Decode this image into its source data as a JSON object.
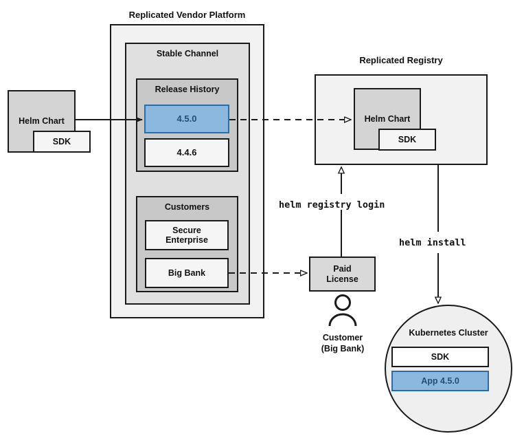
{
  "diagram": {
    "title_labels": {
      "vendor_platform": "Replicated Vendor Platform",
      "replicated_registry": "Replicated Registry",
      "customer_line1": "Customer",
      "customer_line2": "(Big Bank)"
    },
    "source_chart": {
      "label": "Helm Chart",
      "sdk_label": "SDK"
    },
    "vendor_platform": {
      "stable_channel": {
        "label": "Stable Channel",
        "release_history": {
          "label": "Release History",
          "releases": [
            {
              "version": "4.5.0",
              "highlighted": true
            },
            {
              "version": "4.4.6",
              "highlighted": false
            }
          ]
        },
        "customers": {
          "label": "Customers",
          "entries": [
            {
              "name": "Secure\nEnterprise"
            },
            {
              "name": "Big Bank"
            }
          ]
        }
      }
    },
    "registry": {
      "chart_label": "Helm Chart",
      "sdk_label": "SDK"
    },
    "paid_license": {
      "label": "Paid\nLicense"
    },
    "kubernetes_cluster": {
      "label": "Kubernetes Cluster",
      "workloads": [
        {
          "name": "SDK",
          "highlighted": false
        },
        {
          "name": "App 4.5.0",
          "highlighted": true
        }
      ]
    },
    "commands": {
      "registry_login": "helm registry login",
      "install": "helm install"
    },
    "colors": {
      "highlight_fill": "#8cb8e0",
      "highlight_stroke": "#2b6ca8",
      "highlight_text": "#1f4e79",
      "outer_fill": "#f2f2f2",
      "mid_fill": "#e0e0e0",
      "inner_fill": "#c8c8c8",
      "chart_fill": "#d4d4d4",
      "white_fill": "#f5f5f5",
      "stroke": "#1a1a1a"
    }
  }
}
